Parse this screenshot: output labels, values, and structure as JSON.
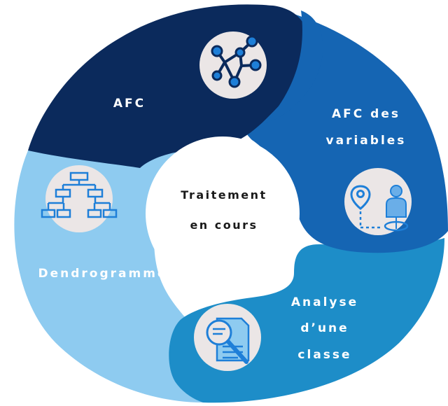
{
  "diagram": {
    "center": {
      "line1": "Traitement",
      "line2": "en cours"
    },
    "segments": [
      {
        "id": "afc",
        "lines": [
          "AFC"
        ],
        "color": "#0b2a5c",
        "icon": "network-graph-icon"
      },
      {
        "id": "afc-variables",
        "lines": [
          "AFC des",
          "variables"
        ],
        "color": "#1565b3",
        "icon": "location-person-icon"
      },
      {
        "id": "analyse-classe",
        "lines": [
          "Analyse",
          "d’une",
          "classe"
        ],
        "color": "#1d8dc8",
        "icon": "document-search-icon"
      },
      {
        "id": "dendrogramme",
        "lines": [
          "Dendrogramme"
        ],
        "color": "#8ecbf0",
        "icon": "hierarchy-tree-icon"
      }
    ],
    "colors": {
      "icon_bg": "#ebe6e6",
      "icon_stroke_dark": "#0b2a5c",
      "icon_accent": "#1e7fd8",
      "icon_light": "#6aaee8",
      "center_bg": "#ffffff"
    }
  }
}
